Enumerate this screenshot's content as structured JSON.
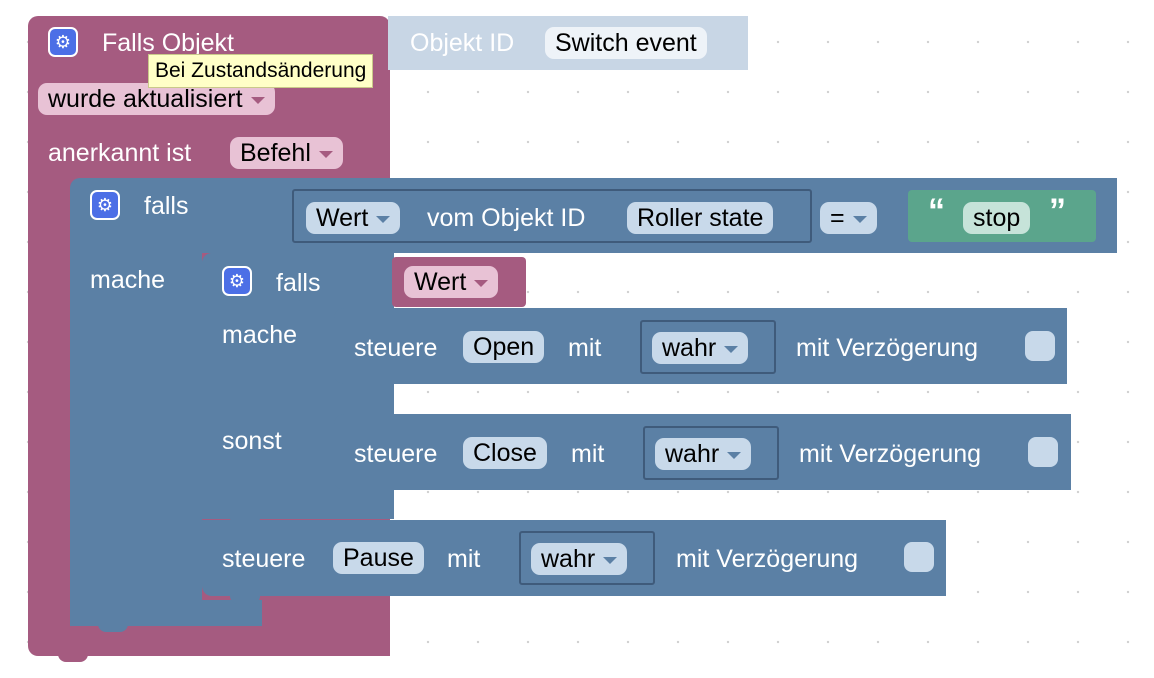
{
  "trigger": {
    "title": "Falls Objekt",
    "tooltip": "Bei Zustandsänderung",
    "objekt_id_label": "Objekt ID",
    "objekt_id_value": "Switch event",
    "mode_value": "wurde aktualisiert",
    "ack_label": "anerkannt ist",
    "ack_value": "Befehl"
  },
  "outer_if": {
    "label": "falls",
    "do_label": "mache",
    "condition": {
      "value_dropdown": "Wert",
      "from_label": "vom Objekt ID",
      "object_value": "Roller state",
      "operator": "=",
      "string_open_quote": "“",
      "string_value": "stop",
      "string_close_quote": "”"
    }
  },
  "inner_if": {
    "label": "falls",
    "condition_value": "Wert",
    "do_label": "mache",
    "else_label": "sonst"
  },
  "control_blocks": [
    {
      "label": "steuere",
      "target": "Open",
      "with_label": "mit",
      "value": "wahr",
      "delay_label": "mit Verzögerung"
    },
    {
      "label": "steuere",
      "target": "Close",
      "with_label": "mit",
      "value": "wahr",
      "delay_label": "mit Verzögerung"
    },
    {
      "label": "steuere",
      "target": "Pause",
      "with_label": "mit",
      "value": "wahr",
      "delay_label": "mit Verzögerung"
    }
  ],
  "icons": {
    "settings": "gear-icon",
    "dropdown": "caret-down-icon"
  },
  "colors": {
    "event_block": "#a55b80",
    "logic_block": "#5b80a5",
    "text_block": "#5ba58c",
    "id_block": "#c8d6e5",
    "tooltip_bg": "#ffffc7"
  }
}
